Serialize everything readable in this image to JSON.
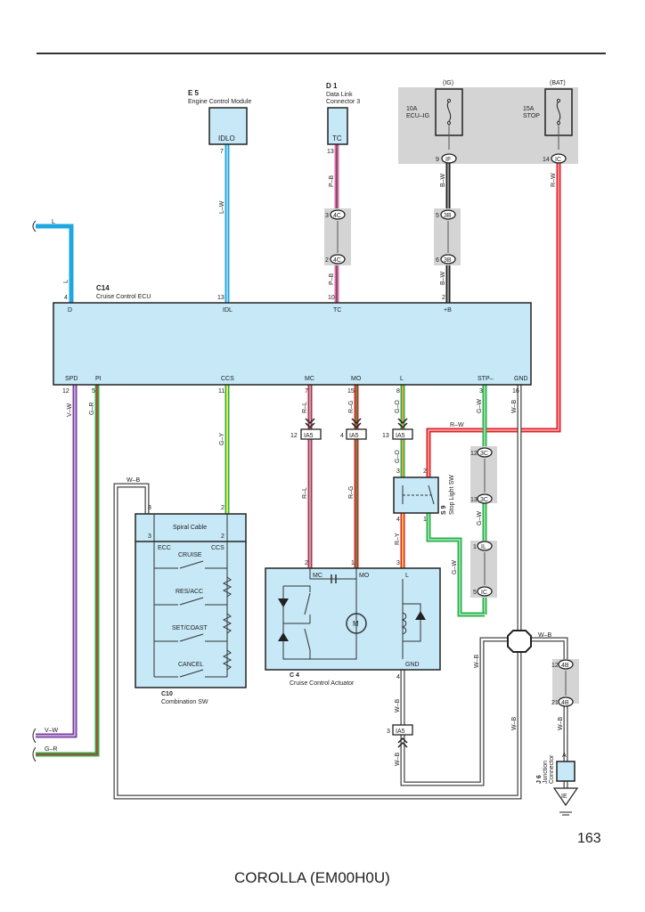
{
  "page": {
    "page_number": "163",
    "footer": "COROLLA (EM00H0U)"
  },
  "components": {
    "ecm": {
      "code": "E 5",
      "name": "Engine Control Module",
      "pin_name": "IDLO",
      "pin": "7"
    },
    "dlc": {
      "code": "D 1",
      "name1": "Data Link",
      "name2": "Connector 3",
      "pin_name": "TC",
      "pin": "13"
    },
    "fuse_ig": {
      "source": "(IG)",
      "rating": "10A",
      "name": "ECU–IG",
      "connector_pin": "9",
      "connector": "IF"
    },
    "fuse_bat": {
      "source": "(BAT)",
      "rating": "15A",
      "name": "STOP",
      "connector_pin": "14",
      "connector": "IC"
    },
    "ecu": {
      "code": "C14",
      "name": "Cruise Control ECU",
      "top_pins": [
        {
          "name": "D",
          "num": "4"
        },
        {
          "name": "IDL",
          "num": "13"
        },
        {
          "name": "TC",
          "num": "10"
        },
        {
          "name": "+B",
          "num": "2"
        }
      ],
      "bottom_pins": [
        {
          "name": "SPD",
          "num": "12"
        },
        {
          "name": "PI",
          "num": "5"
        },
        {
          "name": "CCS",
          "num": "11"
        },
        {
          "name": "MC",
          "num": "7"
        },
        {
          "name": "MO",
          "num": "15"
        },
        {
          "name": "L",
          "num": "8"
        },
        {
          "name": "STP–",
          "num": "3"
        },
        {
          "name": "GND",
          "num": "16"
        }
      ]
    },
    "combo_sw": {
      "code": "C10",
      "name": "Combination SW",
      "spiral": "Spiral Cable",
      "pin_left": "3",
      "pin_right": "2",
      "ecc": "ECC",
      "ccs": "CCS",
      "switches": [
        "CRUISE",
        "RES/ACC",
        "SET/COAST",
        "CANCEL"
      ]
    },
    "actuator": {
      "code": "C 4",
      "name": "Cruise Control Actuator",
      "pin_mc": "MC",
      "pin_mo": "MO",
      "pin_l": "L",
      "pin_gnd": "GND",
      "motor": "M",
      "nums": {
        "mc": "2",
        "mo": "1",
        "l": "3",
        "gnd": "4"
      }
    },
    "stop_sw": {
      "code": "S 9",
      "name": "Stop Light SW",
      "pins": {
        "p3": "3",
        "p2": "2",
        "p4": "4",
        "p1": "1"
      }
    },
    "junction": {
      "code": "J 6",
      "name1": "Junction",
      "name2": "Connector",
      "pin": "A",
      "ground": "IE"
    }
  },
  "connectors": {
    "c4c_top": {
      "pin": "3",
      "id": "4C"
    },
    "c4c_bot": {
      "pin": "2",
      "id": "4C"
    },
    "c3b_top": {
      "pin": "5",
      "id": "3B"
    },
    "c3b_bot": {
      "pin": "6",
      "id": "3B"
    },
    "ia5_mc": {
      "pin": "12",
      "id": "IA5"
    },
    "ia5_mo": {
      "pin": "4",
      "id": "IA5"
    },
    "ia5_l": {
      "pin": "13",
      "id": "IA5"
    },
    "ia5_gnd": {
      "pin": "3",
      "id": "IA5"
    },
    "c3c_top": {
      "pin": "12",
      "id": "3C"
    },
    "c3c_bot": {
      "pin": "13",
      "id": "3C"
    },
    "cil_top": {
      "pin": "1",
      "id": "IL"
    },
    "cic_bot": {
      "pin": "5",
      "id": "IC"
    },
    "c4b_top": {
      "pin": "12",
      "id": "4B"
    },
    "c4b_bot": {
      "pin": "21",
      "id": "4B"
    }
  },
  "wires": {
    "l": "L",
    "lw": "L–W",
    "pb": "P–B",
    "bw": "B–W",
    "rw": "R–W",
    "vw": "V–W",
    "gr": "G–R",
    "gy": "G–Y",
    "rl": "R–L",
    "rg": "R–G",
    "go": "G–O",
    "gw": "G–W",
    "wb": "W–B",
    "ry": "R–Y"
  },
  "colors": {
    "component_fill": "#c6e8f7",
    "shade": "#d4d4d4",
    "blue": "#1ea7e0",
    "pink": "#e26fa8",
    "red": "#e3232a",
    "green": "#27b34a",
    "purple": "#7b3fa5",
    "black": "#222222"
  }
}
